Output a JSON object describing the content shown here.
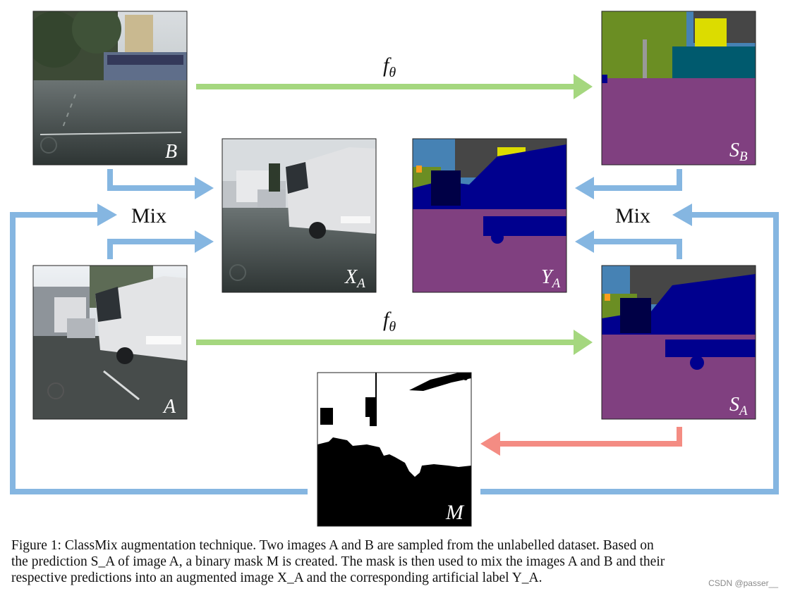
{
  "diagram": {
    "images": {
      "B": {
        "label": "B"
      },
      "A": {
        "label": "A"
      },
      "XA": {
        "label": "X",
        "sub": "A"
      },
      "YA": {
        "label": "Y",
        "sub": "A"
      },
      "SB": {
        "label": "S",
        "sub": "B"
      },
      "SA": {
        "label": "S",
        "sub": "A"
      },
      "M": {
        "label": "M"
      }
    },
    "arrow_labels": {
      "mix_left": "Mix",
      "mix_right": "Mix",
      "f_theta_top": {
        "base": "f",
        "sub": "θ"
      },
      "f_theta_bottom": {
        "base": "f",
        "sub": "θ"
      }
    },
    "colors": {
      "arrow_blue": "#85b6e1",
      "arrow_green": "#a5d77f",
      "arrow_red": "#f48c83",
      "road_purple": "#804080",
      "car_blue": "#00008e",
      "vegetation": "#6b8e23",
      "sky": "#4682b4",
      "building": "#464646",
      "sign_yellow": "#dcdc00",
      "dark_car": "#000046"
    }
  },
  "caption": {
    "line1": "Figure 1: ClassMix augmentation technique. Two images A and B are sampled from the unlabelled dataset. Based on",
    "line2": "the prediction S_A of image A, a binary mask M is created. The mask is then used to mix the images A and B and their",
    "line3": "respective predictions into an augmented image X_A and the corresponding artificial label Y_A."
  },
  "watermark": "CSDN @passer__"
}
